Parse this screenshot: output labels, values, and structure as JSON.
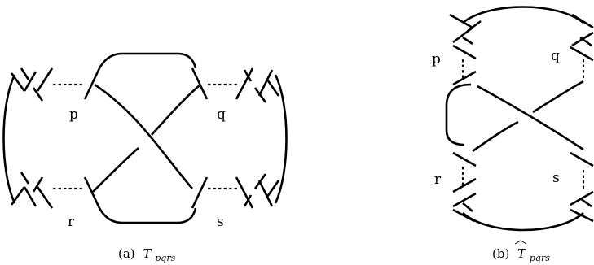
{
  "left_diagram": {
    "labels": {
      "p": "p",
      "q": "q",
      "r": "r",
      "s": "s"
    },
    "caption": {
      "tag": "(a)",
      "symbol": "T",
      "subscript": "pqrs"
    }
  },
  "right_diagram": {
    "labels": {
      "p": "p",
      "q": "q",
      "r": "r",
      "s": "s"
    },
    "caption": {
      "tag": "(b)",
      "symbol": "T",
      "subscript": "pqrs"
    }
  }
}
